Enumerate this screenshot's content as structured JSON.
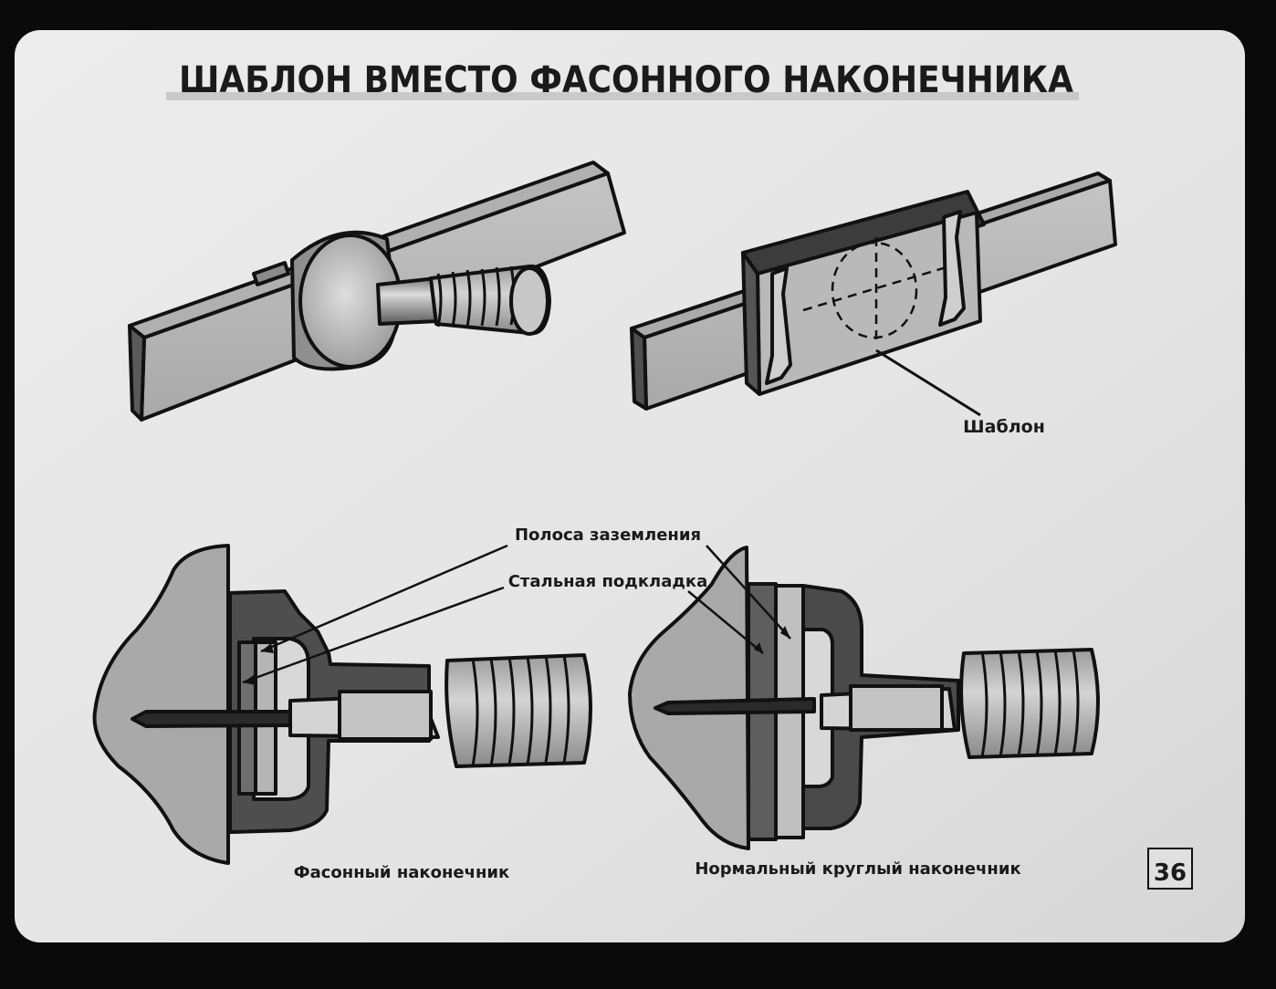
{
  "slide": {
    "title": "ШАБЛОН ВМЕСТО ФАСОННОГО НАКОНЕЧНИКА",
    "page_number": "36"
  },
  "labels": {
    "template": "Шаблон",
    "ground_strip": "Полоса заземления",
    "steel_pad": "Стальная подкладка",
    "shaped_lug": "Фасонный наконечник",
    "round_lug": "Нормальный круглый наконечник"
  }
}
